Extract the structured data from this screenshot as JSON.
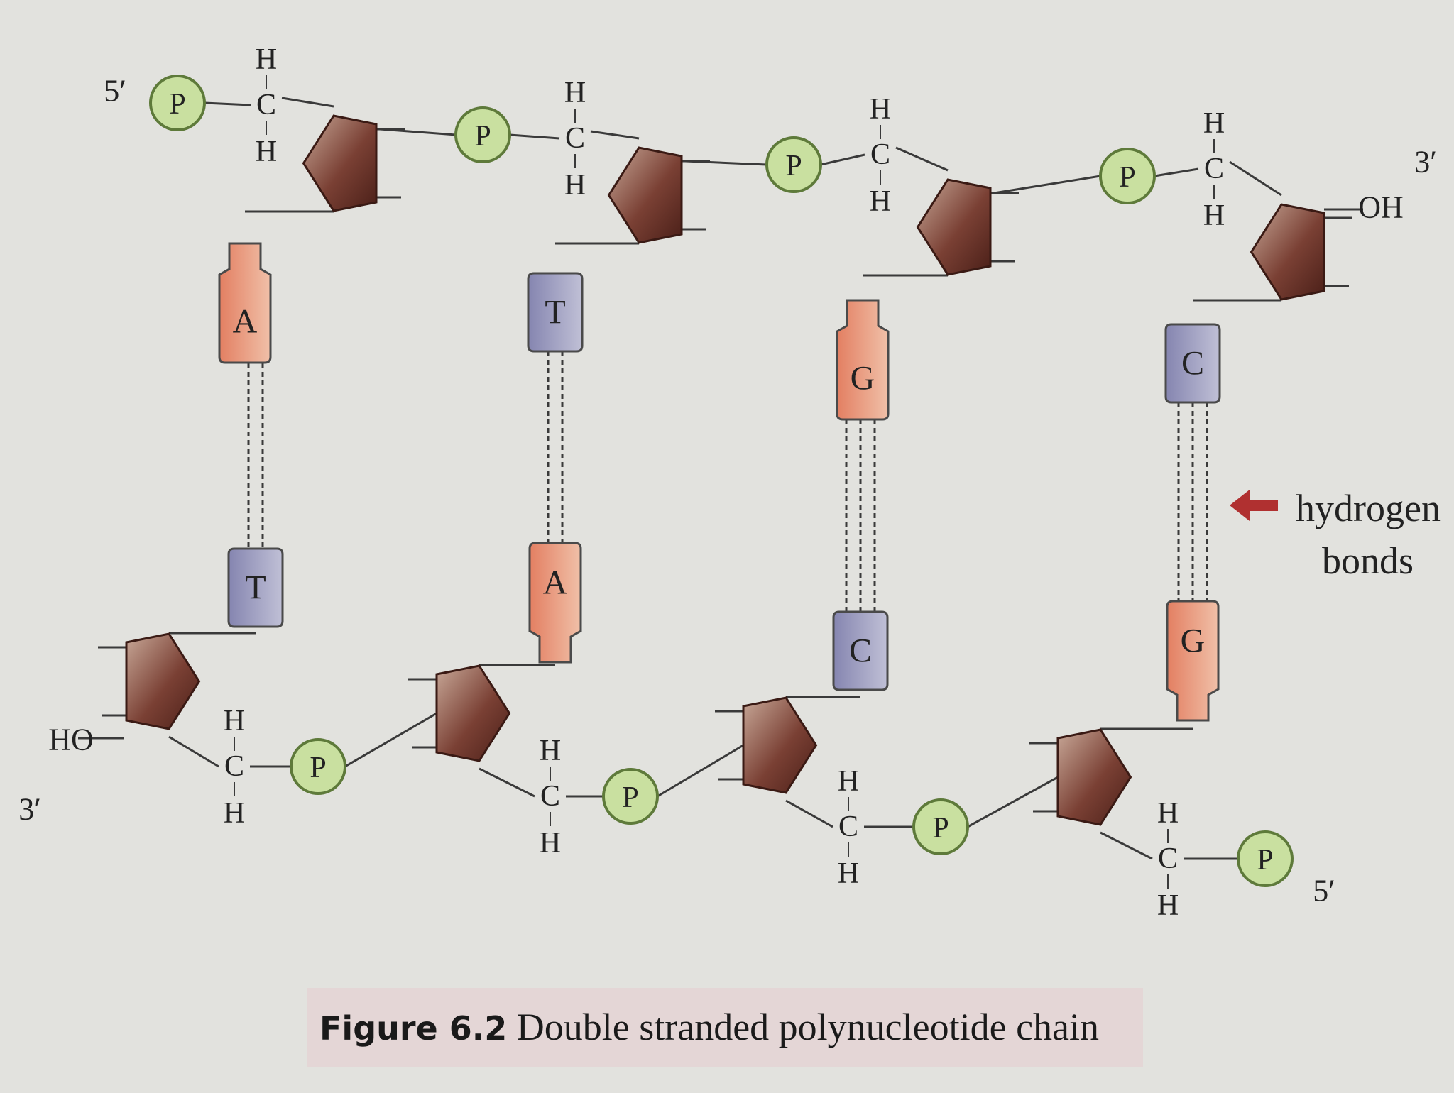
{
  "figure": {
    "number": "Figure 6.2",
    "title": "Double stranded polynucleotide chain"
  },
  "strand_top": {
    "end_label_left": "5′",
    "end_label_right": "3′",
    "terminal_group": "OH",
    "bases": [
      "A",
      "T",
      "G",
      "C"
    ]
  },
  "strand_bottom": {
    "end_label_left": "3′",
    "end_label_right": "5′",
    "terminal_group": "HO",
    "bases": [
      "T",
      "A",
      "C",
      "G"
    ]
  },
  "labels": {
    "phosphate": "P",
    "carbon": "C",
    "hydrogen": "H",
    "hydrogen_bonds_line1": "hydrogen",
    "hydrogen_bonds_line2": "bonds"
  },
  "base_pairs": [
    {
      "top": "A",
      "bottom": "T",
      "hydrogen_bond_count": 2
    },
    {
      "top": "T",
      "bottom": "A",
      "hydrogen_bond_count": 2
    },
    {
      "top": "G",
      "bottom": "C",
      "hydrogen_bond_count": 3
    },
    {
      "top": "C",
      "bottom": "G",
      "hydrogen_bond_count": 3
    }
  ],
  "colors": {
    "background": "#e2e2de",
    "phosphate_fill": "#c9e0a0",
    "phosphate_stroke": "#5e7a3a",
    "purine_fill": "#e89a80",
    "pyrimidine_fill": "#9c9cc0",
    "sugar_dark": "#5a2a20",
    "sugar_light": "#c8a898",
    "arrow": "#b03030"
  }
}
